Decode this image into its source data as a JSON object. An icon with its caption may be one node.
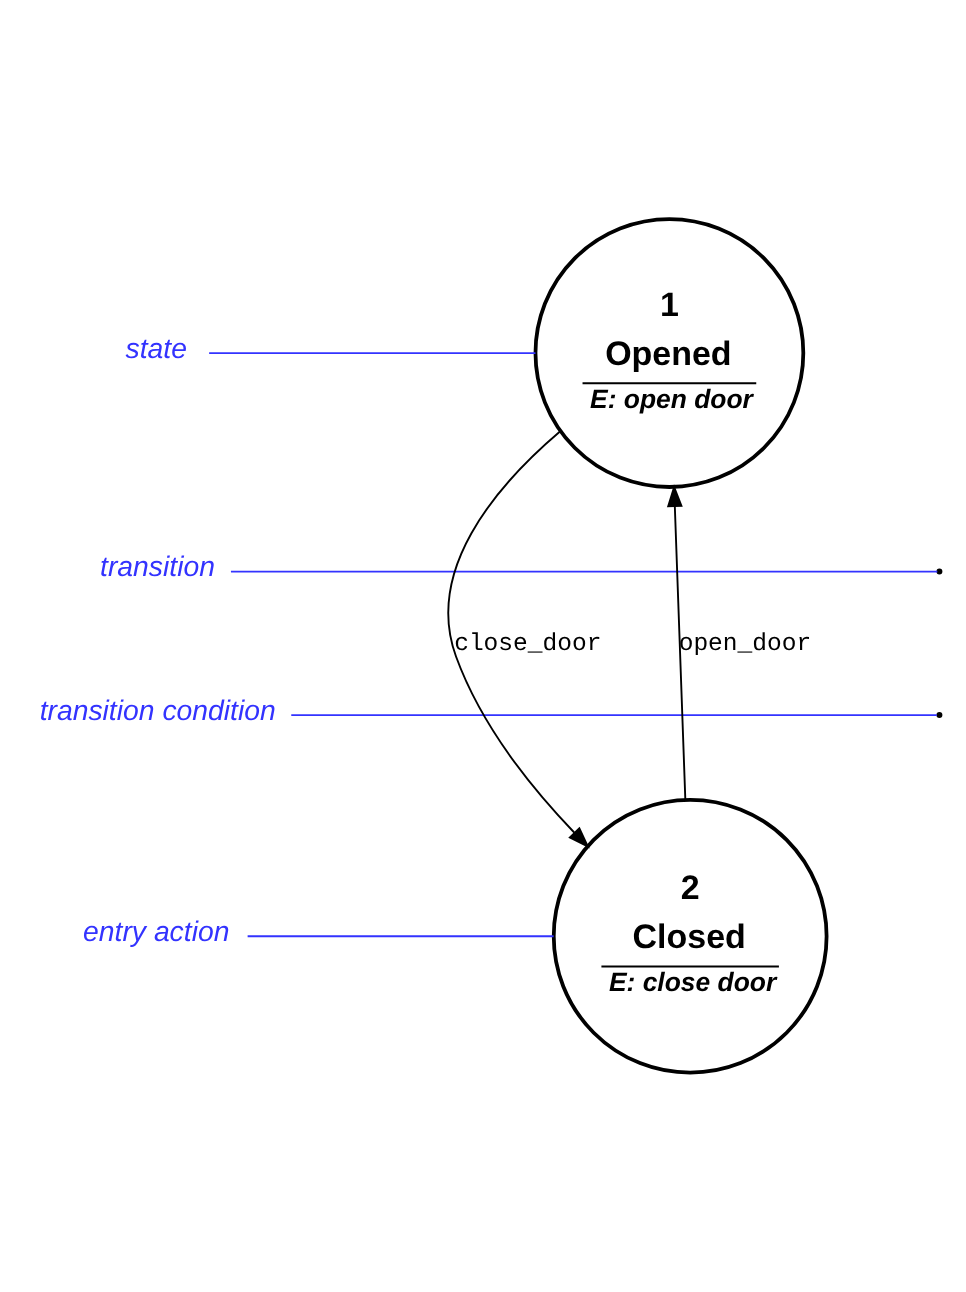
{
  "diagram": {
    "nodes": [
      {
        "text": [
          "1",
          "Opened",
          "E: open door"
        ]
      },
      {
        "text": [
          "2",
          "Closed",
          "E: close door"
        ]
      },
      {
        "text": [
          "state"
        ]
      },
      {
        "text": [
          "transition"
        ]
      },
      {
        "text": [
          "transition condition"
        ]
      },
      {
        "text": [
          "entry action"
        ]
      }
    ],
    "edges": [
      {
        "from": 0,
        "to": 1,
        "arrow": "to",
        "label": "close_door",
        "color": "#000000"
      },
      {
        "from": 1,
        "to": 0,
        "arrow": "to",
        "label": "open_door",
        "color": "#000000"
      },
      {
        "from": 2,
        "to": 0,
        "arrow": "none",
        "color": "#3333ff"
      },
      {
        "from": 3,
        "to": null,
        "arrow": "none",
        "color": "#3333ff"
      },
      {
        "from": 4,
        "to": null,
        "arrow": "none",
        "color": "#3333ff"
      },
      {
        "from": 5,
        "to": 1,
        "arrow": "none",
        "color": "#3333ff"
      }
    ]
  }
}
